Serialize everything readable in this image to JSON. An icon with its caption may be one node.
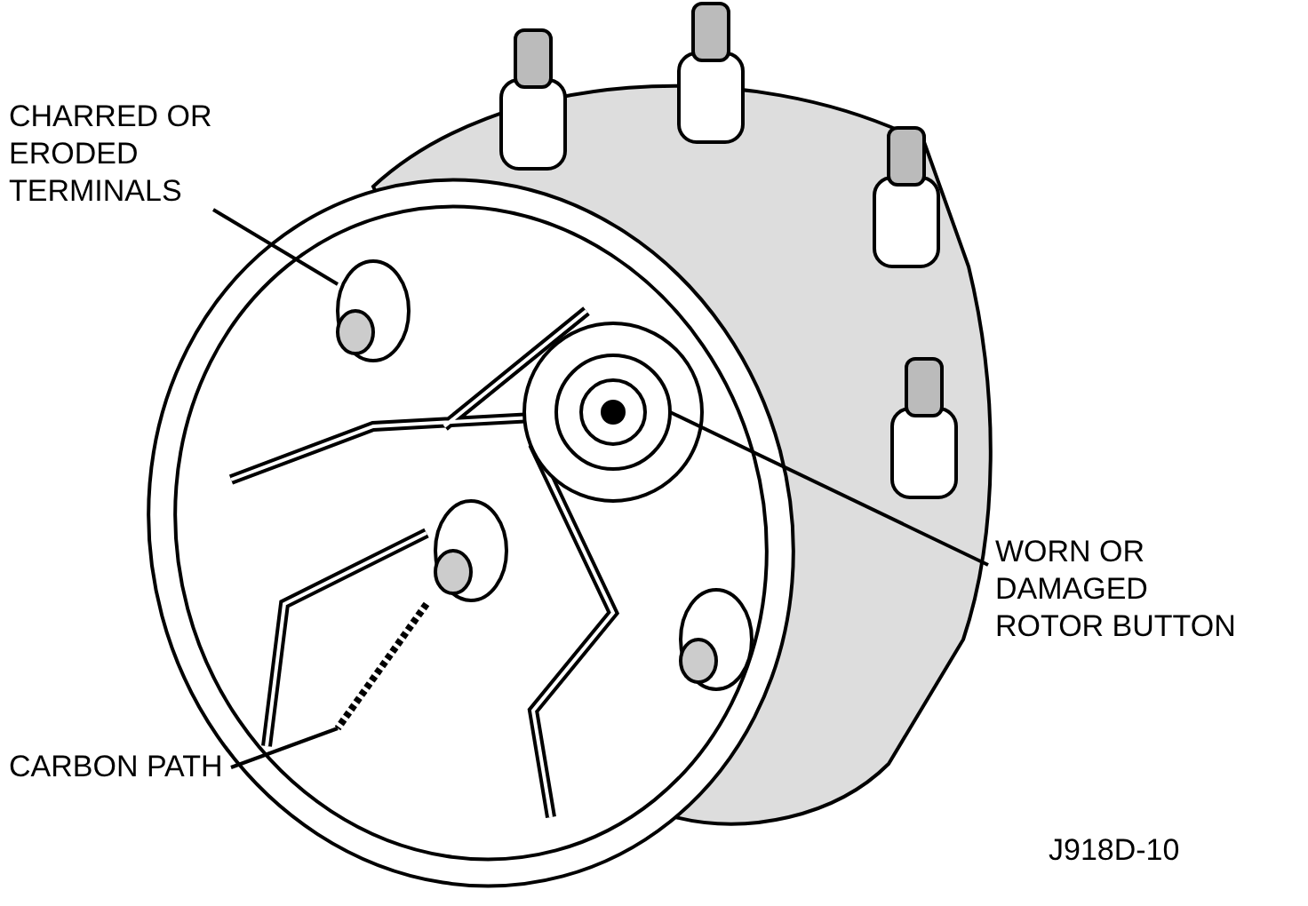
{
  "diagram": {
    "nodes": [
      {
        "text": [
          "CHARRED OR ERODED TERMINALS"
        ]
      },
      {
        "text": [
          "WORN OR DAMAGED ROTOR BUTTON"
        ]
      },
      {
        "text": [
          "CARBON PATH"
        ]
      },
      {
        "text": [],
        "shape": "picture"
      },
      {
        "text": [],
        "shape": "picture"
      },
      {
        "text": [],
        "shape": "picture"
      }
    ],
    "edges": [
      {
        "from": 0,
        "to": 3,
        "arrow": "none"
      },
      {
        "from": 1,
        "to": 4,
        "arrow": "none"
      },
      {
        "from": 2,
        "to": 5,
        "arrow": "none"
      }
    ],
    "labels": [
      "J918D-10"
    ]
  }
}
